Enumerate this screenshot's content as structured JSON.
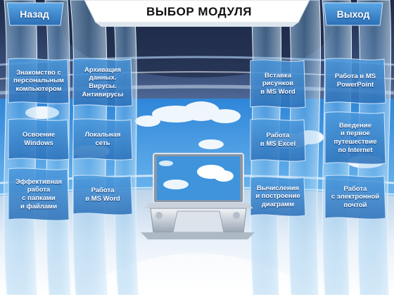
{
  "header": {
    "title": "ВЫБОР МОДУЛЯ",
    "back_label": "Назад",
    "exit_label": "Выход"
  },
  "modules": {
    "col1": [
      [
        "Знакомство с",
        "персональным",
        "компьютером"
      ],
      [
        "Освоение",
        "Windows"
      ],
      [
        "Эффективная",
        "работа",
        "с папками",
        "и файлами"
      ]
    ],
    "col2": [
      [
        "Архивация",
        "данных.",
        "Вирусы.",
        "Антивирусы"
      ],
      [
        "Локальная",
        "сеть"
      ],
      [
        "Работа",
        "в MS Word"
      ]
    ],
    "col3": [
      [
        "Вставка",
        "рисунков",
        "в MS Word"
      ],
      [
        "Работа",
        "в MS Excel"
      ],
      [
        "Вычисления",
        "и построение",
        "диаграмм"
      ]
    ],
    "col4": [
      [
        "Работа в MS",
        "PowerPoint"
      ],
      [
        "Введение",
        "и первое",
        "путешествие",
        "по Internet"
      ],
      [
        "Работа",
        "с электронной",
        "почтой"
      ]
    ]
  },
  "colors": {
    "panel_blue": "#2e7fcf",
    "sky_blue": "#4ea4e6",
    "ceiling_dark": "#26355a",
    "glass": "#9ccdf2"
  },
  "icons": {
    "computer": "monitor-with-cloud-screen-icon"
  }
}
